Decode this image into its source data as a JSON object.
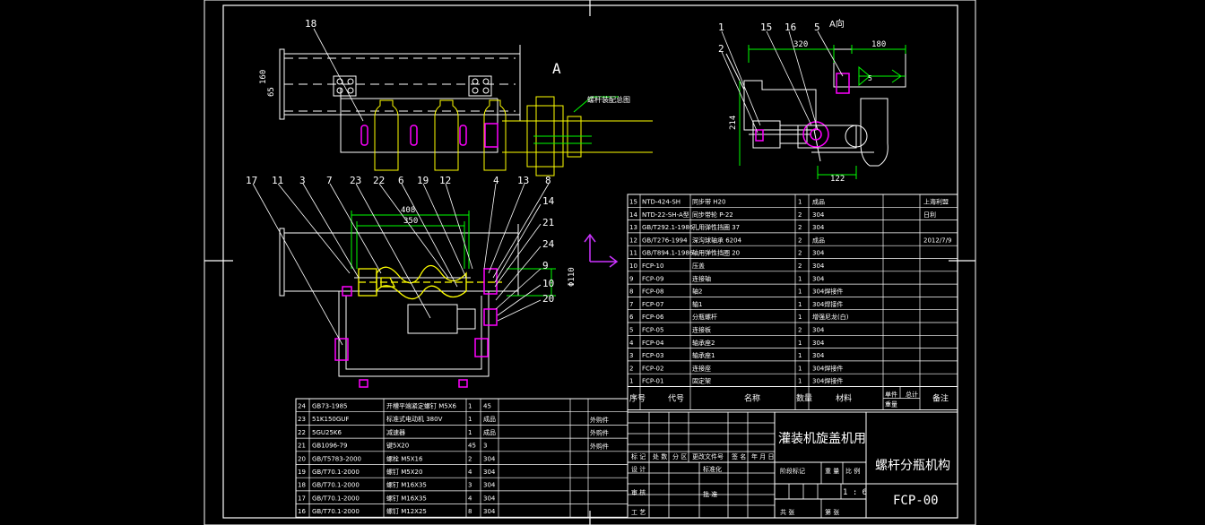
{
  "drawing": {
    "main_title": "灌装机旋盖机用",
    "subtitle": "螺杆分瓶机构",
    "drawing_no": "FCP-00",
    "view_label": "A",
    "view_label_2": "A向",
    "annotation_green": "螺杆装配总图",
    "colors": {
      "frame": "#ffffff",
      "outline": "#ffffff",
      "dim": "#00ff00",
      "part": "#ffff00",
      "hole": "#ff00ff",
      "leader": "#ffffff",
      "arrow": "#cc33ff"
    },
    "dims": {
      "d160": "160",
      "d65": "65",
      "d408": "408",
      "d350": "350",
      "d110": "Φ110",
      "d320": "320",
      "d180": "180",
      "d214": "214",
      "d122": "122",
      "d5": "5"
    },
    "balloons_top": [
      "18"
    ],
    "balloons_mid": [
      "17",
      "11",
      "3",
      "7",
      "23",
      "22",
      "6",
      "19",
      "12",
      "4",
      "13",
      "8"
    ],
    "balloons_right": [
      "14",
      "21",
      "24",
      "9",
      "10",
      "20"
    ],
    "balloons_side": [
      "1",
      "2",
      "15",
      "16",
      "5"
    ]
  },
  "bom_upper": [
    [
      "15",
      "NTD-424-SH",
      "同步带 H20",
      "1",
      "成品",
      "上海利盟"
    ],
    [
      "14",
      "NTD-22-SH-A型",
      "同步带轮 P-22",
      "2",
      "304",
      "日利"
    ],
    [
      "13",
      "GB/T292.1-1986",
      "孔用弹性挡圈 37",
      "2",
      "304",
      ""
    ],
    [
      "12",
      "GB/T276-1994",
      "深沟球轴承 6204",
      "2",
      "成品",
      "2012/7/9"
    ],
    [
      "11",
      "GB/T894.1-1986",
      "轴用弹性挡圈 20",
      "2",
      "304",
      ""
    ],
    [
      "10",
      "FCP-10",
      "压盖",
      "2",
      "304",
      ""
    ],
    [
      "9",
      "FCP-09",
      "连接轴",
      "1",
      "304",
      ""
    ],
    [
      "8",
      "FCP-08",
      "轴2",
      "1",
      "304焊接件",
      ""
    ],
    [
      "7",
      "FCP-07",
      "轴1",
      "1",
      "304焊接件",
      ""
    ],
    [
      "6",
      "FCP-06",
      "分瓶螺杆",
      "1",
      "增强尼龙(白)",
      ""
    ],
    [
      "5",
      "FCP-05",
      "连接板",
      "2",
      "304",
      ""
    ],
    [
      "4",
      "FCP-04",
      "轴承座2",
      "1",
      "304",
      ""
    ],
    [
      "3",
      "FCP-03",
      "轴承座1",
      "1",
      "304",
      ""
    ],
    [
      "2",
      "FCP-02",
      "连接座",
      "1",
      "304焊接件",
      ""
    ],
    [
      "1",
      "FCP-01",
      "固定架",
      "1",
      "304焊接件",
      ""
    ]
  ],
  "bom_upper_header": [
    "序号",
    "代号",
    "名称",
    "数量",
    "材料",
    "单件",
    "总计",
    "重量",
    "备注"
  ],
  "bom_lower": [
    [
      "24",
      "GB73-1985",
      "开槽平端紧定螺钉 M5X6",
      "1",
      "45"
    ],
    [
      "23",
      "51K150GUF",
      "标准式电动机 380V",
      "1",
      "成品"
    ],
    [
      "22",
      "5GU25K6",
      "减速器",
      "1",
      "成品"
    ],
    [
      "21",
      "GB1096-79",
      "键5X20",
      "45",
      "3"
    ],
    [
      "20",
      "GB/T5783-2000",
      "螺栓 M5X16",
      "2",
      "304"
    ],
    [
      "19",
      "GB/T70.1-2000",
      "螺钉 M5X20",
      "4",
      "304"
    ],
    [
      "18",
      "GB/T70.1-2000",
      "螺钉 M16X35",
      "3",
      "304"
    ],
    [
      "17",
      "GB/T70.1-2000",
      "螺钉 M16X35",
      "4",
      "304"
    ],
    [
      "16",
      "GB/T70.1-2000",
      "螺钉 M12X25",
      "8",
      "304"
    ]
  ],
  "bom_lower_extra": [
    "外购件",
    "外购件",
    "外购件"
  ],
  "title_block": {
    "rows": [
      "标 记",
      "处 数",
      "分 区",
      "更改文件号",
      "签 名",
      "年 月 日"
    ],
    "roles": [
      "设 计",
      "审 核",
      "工 艺",
      "标准化",
      "批 准"
    ],
    "stage": "阶段标记",
    "weight": "重 量",
    "ratio": "比 例",
    "scale": "1 : 6",
    "sheets": "共  张",
    "sheet": "第  张"
  }
}
